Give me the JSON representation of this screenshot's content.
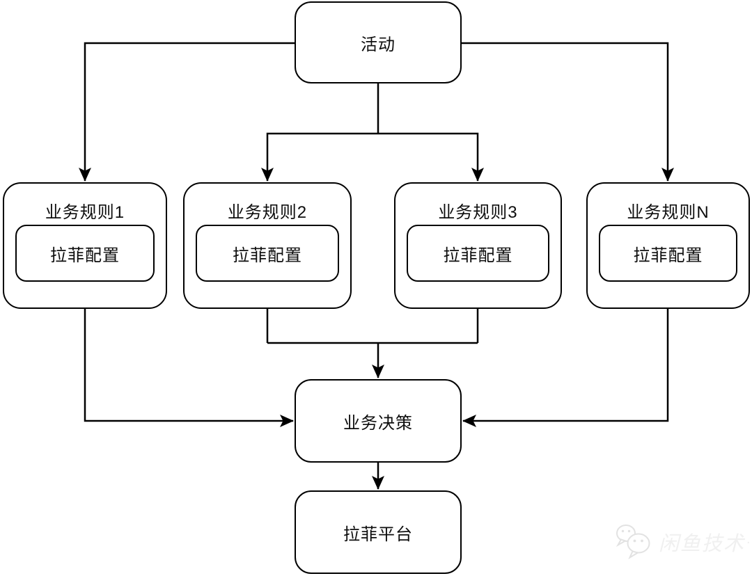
{
  "nodes": {
    "activity": "活动",
    "decision": "业务决策",
    "platform": "拉菲平台",
    "rules": [
      {
        "title": "业务规则1",
        "config": "拉菲配置"
      },
      {
        "title": "业务规则2",
        "config": "拉菲配置"
      },
      {
        "title": "业务规则3",
        "config": "拉菲配置"
      },
      {
        "title": "业务规则N",
        "config": "拉菲配置"
      }
    ]
  },
  "edges": [
    {
      "from": "活动",
      "to": "业务规则1"
    },
    {
      "from": "活动",
      "to": "业务规则2"
    },
    {
      "from": "活动",
      "to": "业务规则3"
    },
    {
      "from": "活动",
      "to": "业务规则N"
    },
    {
      "from": "业务规则1",
      "to": "业务决策"
    },
    {
      "from": "业务规则2",
      "to": "业务决策"
    },
    {
      "from": "业务规则3",
      "to": "业务决策"
    },
    {
      "from": "业务规则N",
      "to": "业务决策"
    },
    {
      "from": "业务决策",
      "to": "拉菲平台"
    }
  ],
  "watermark": {
    "text": "闲鱼技术",
    "dot": ".",
    "icon": "wechat-chat-bubbles"
  },
  "colors": {
    "line": "#000000",
    "background": "#ffffff",
    "watermark_text": "#f0f0f0",
    "watermark_icon": "#e2e2e2"
  }
}
